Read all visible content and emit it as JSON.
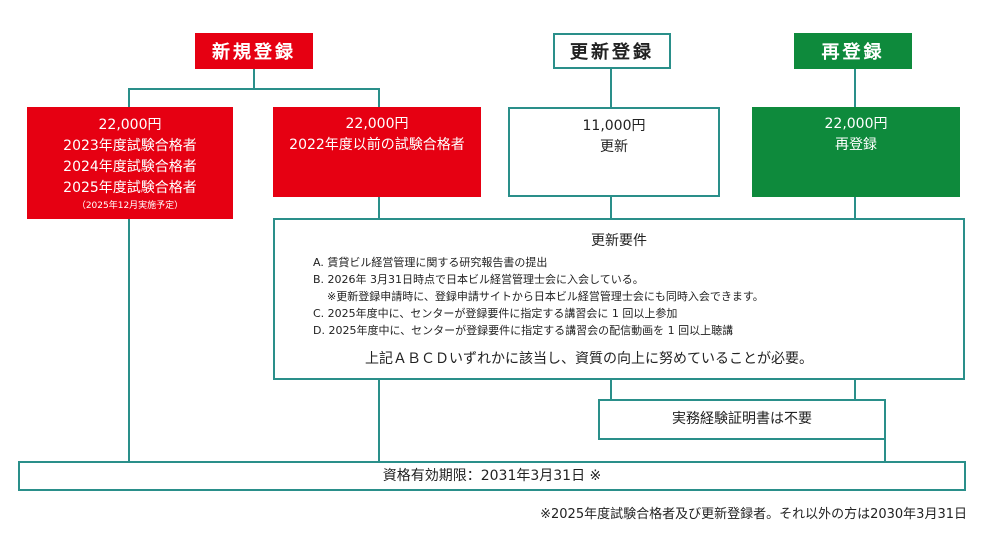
{
  "headers": {
    "new": "新規登録",
    "renew": "更新登録",
    "reregister": "再登録"
  },
  "boxes": {
    "new_recent": {
      "price": "22,000円",
      "lines": [
        "2023年度試験合格者",
        "2024年度試験合格者",
        "2025年度試験合格者"
      ],
      "note": "（2025年12月実施予定）"
    },
    "new_before": {
      "price": "22,000円",
      "line": "2022年度以前の試験合格者"
    },
    "renew": {
      "price": "11,000円",
      "line": "更新"
    },
    "reregister": {
      "price": "22,000円",
      "line": "再登録"
    }
  },
  "requirements": {
    "title": "更新要件",
    "items": [
      "A. 賃貸ビル経営管理に関する研究報告書の提出",
      "B. 2026年 3月31日時点で日本ビル経営管理士会に入会している。",
      "※更新登録申請時に、登録申請サイトから日本ビル経営管理士会にも同時入会できます。",
      "C. 2025年度中に、センターが登録要件に指定する講習会に 1 回以上参加",
      "D. 2025年度中に、センターが登録要件に指定する講習会の配信動画を 1 回以上聴講"
    ],
    "summary": "上記ＡＢＣＤいずれかに該当し、資質の向上に努めていることが必要。"
  },
  "experience": "実務経験証明書は不要",
  "validity": "資格有効期限：2031年3月31日 ※",
  "footnote": "※2025年度試験合格者及び更新登録者。それ以外の方は2030年3月31日",
  "colors": {
    "red": "#e60012",
    "green": "#0e8a3c",
    "teal_line": "#2a8f8a"
  }
}
